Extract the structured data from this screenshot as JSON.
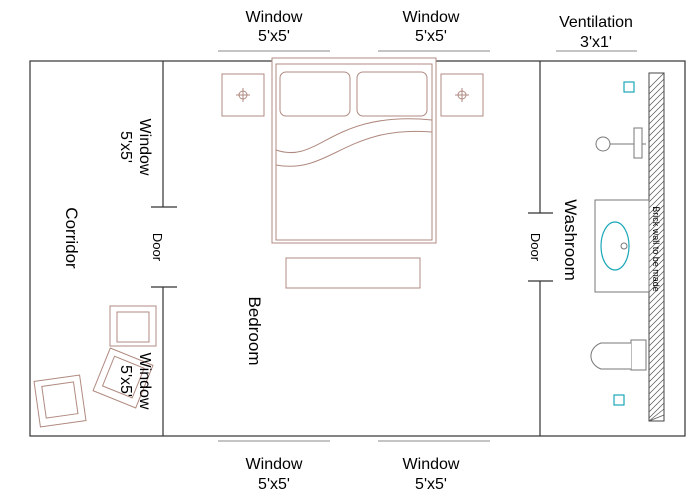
{
  "labels": {
    "window_top_left": [
      "Window",
      "5'x5'"
    ],
    "window_top_right": [
      "Window",
      "5'x5'"
    ],
    "ventilation": [
      "Ventilation",
      "3'x1'"
    ],
    "window_left_upper": [
      "Window",
      "5'x5'"
    ],
    "window_left_lower": [
      "Window",
      "5'x5'"
    ],
    "window_bottom_left": [
      "Window",
      "5'x5'"
    ],
    "window_bottom_right": [
      "Window",
      "5'x5'"
    ],
    "door_left": "Door",
    "door_right": "Door",
    "corridor": "Corridor",
    "bedroom": "Bedroom",
    "washroom": "Washroom",
    "brick_wall": "Brick wall to be made"
  },
  "colors": {
    "wall": "#333333",
    "furniture": "#b08a80",
    "fixture_accent": "#1aa7b8"
  }
}
